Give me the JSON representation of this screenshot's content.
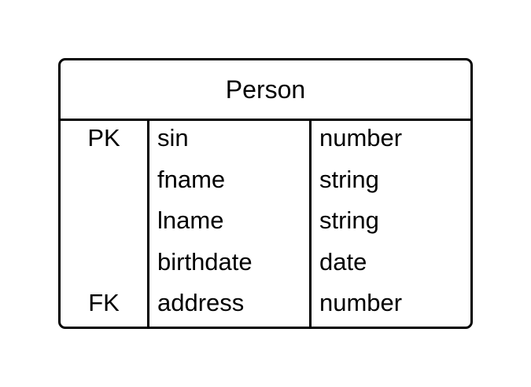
{
  "entity": {
    "title": "Person",
    "rows": [
      {
        "key": "PK",
        "name": "sin",
        "type": "number"
      },
      {
        "key": "",
        "name": "fname",
        "type": "string"
      },
      {
        "key": "",
        "name": "lname",
        "type": "string"
      },
      {
        "key": "",
        "name": "birthdate",
        "type": "date"
      },
      {
        "key": "FK",
        "name": "address",
        "type": "number"
      }
    ]
  }
}
